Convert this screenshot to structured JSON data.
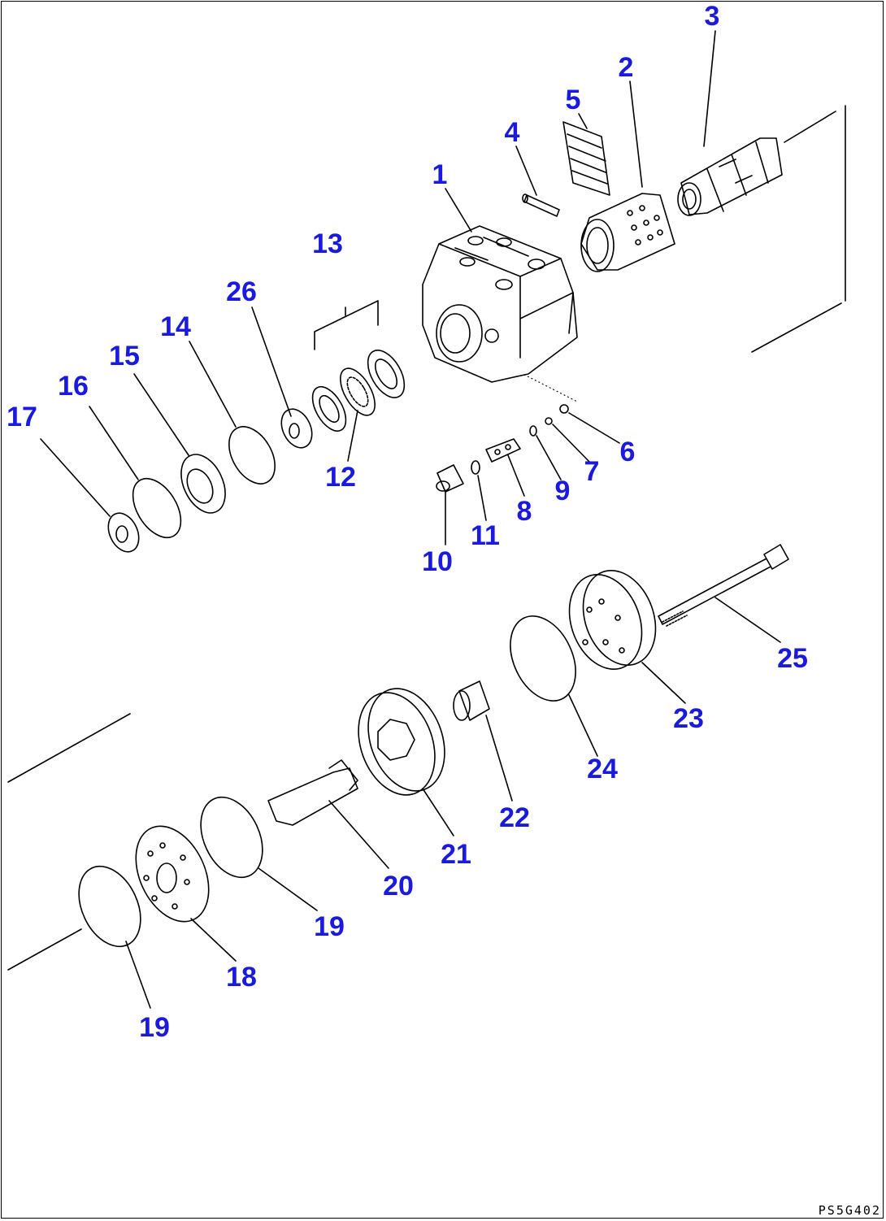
{
  "diagram_code": "PS5G402",
  "labels": [
    {
      "id": "l1",
      "text": "1"
    },
    {
      "id": "l2",
      "text": "2"
    },
    {
      "id": "l3",
      "text": "3"
    },
    {
      "id": "l4",
      "text": "4"
    },
    {
      "id": "l5",
      "text": "5"
    },
    {
      "id": "l6",
      "text": "6"
    },
    {
      "id": "l7",
      "text": "7"
    },
    {
      "id": "l8",
      "text": "8"
    },
    {
      "id": "l9",
      "text": "9"
    },
    {
      "id": "l10",
      "text": "10"
    },
    {
      "id": "l11",
      "text": "11"
    },
    {
      "id": "l12",
      "text": "12"
    },
    {
      "id": "l13",
      "text": "13"
    },
    {
      "id": "l14",
      "text": "14"
    },
    {
      "id": "l15",
      "text": "15"
    },
    {
      "id": "l16",
      "text": "16"
    },
    {
      "id": "l17",
      "text": "17"
    },
    {
      "id": "l18",
      "text": "18"
    },
    {
      "id": "l19a",
      "text": "19"
    },
    {
      "id": "l19b",
      "text": "19"
    },
    {
      "id": "l20",
      "text": "20"
    },
    {
      "id": "l21",
      "text": "21"
    },
    {
      "id": "l22",
      "text": "22"
    },
    {
      "id": "l23",
      "text": "23"
    },
    {
      "id": "l24",
      "text": "24"
    },
    {
      "id": "l25",
      "text": "25"
    },
    {
      "id": "l26",
      "text": "26"
    }
  ],
  "colors": {
    "label": "#1a1adf",
    "line": "#000000",
    "background": "#ffffff"
  }
}
